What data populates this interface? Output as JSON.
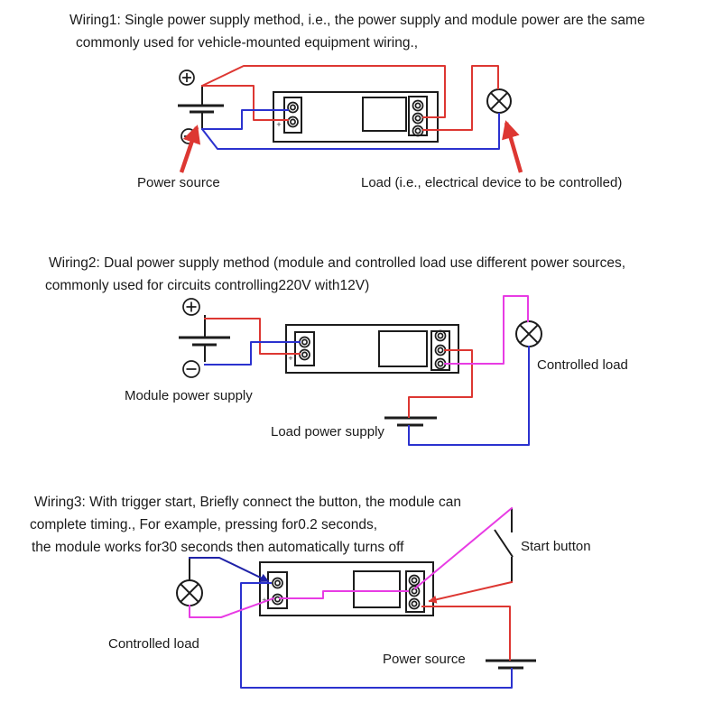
{
  "sections": [
    {
      "id": "wiring1",
      "lines": [
        "Wiring1: Single power supply method, i.e., the power supply and module power are the same",
        "commonly used for vehicle-mounted equipment wiring.,"
      ],
      "labels": {
        "power_source": "Power source",
        "load": "Load (i.e., electrical device to be controlled)"
      }
    },
    {
      "id": "wiring2",
      "lines": [
        "Wiring2: Dual power supply method (module and controlled load use different power sources,",
        "commonly used for circuits controlling220V with12V)"
      ],
      "labels": {
        "module_power": "Module power supply",
        "load_power": "Load power supply",
        "controlled_load": "Controlled load"
      }
    },
    {
      "id": "wiring3",
      "lines": [
        "Wiring3: With trigger start, Briefly connect the button, the module can",
        "complete timing., For example, pressing for0.2 seconds,",
        "the module works for30 seconds then automatically turns off"
      ],
      "labels": {
        "controlled_load": "Controlled load",
        "power_source": "Power source",
        "start_button": "Start button"
      }
    }
  ],
  "marks": {
    "plus": "+"
  },
  "colors": {
    "wire_red": "#dd3732",
    "wire_blue": "#2b32cf",
    "wire_navy": "#1f22a8",
    "wire_magenta": "#e83ce4",
    "outline": "#1c1c1c",
    "text": "#1a1a1a"
  }
}
